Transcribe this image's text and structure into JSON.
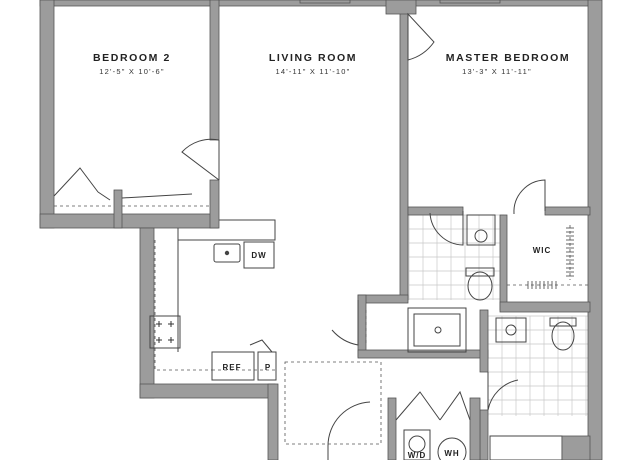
{
  "rooms": {
    "bedroom2": {
      "name": "BEDROOM 2",
      "dims": "12'-5\" X 10'-6\""
    },
    "living": {
      "name": "LIVING ROOM",
      "dims": "14'-11\" X 11'-10\""
    },
    "master": {
      "name": "MASTER BEDROOM",
      "dims": "13'-3\" X 11'-11\""
    }
  },
  "labels": {
    "dw": "DW",
    "wic": "WIC",
    "ref": "REF",
    "pantry": "P",
    "wd": "W/D",
    "wh": "WH"
  },
  "colors": {
    "wall": "#9c9c9c",
    "wall_edge": "#555555",
    "line": "#444444",
    "tile": "#c8c8c8"
  }
}
